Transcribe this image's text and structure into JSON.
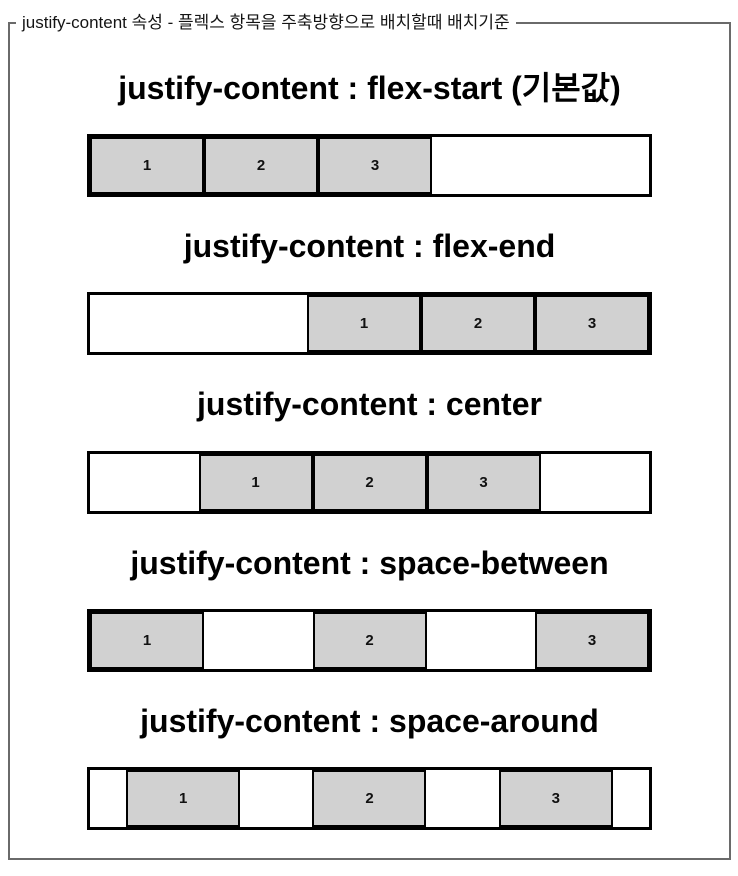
{
  "fieldset": {
    "legend": "justify-content 속성 - 플렉스 항목을 주축방향으로 배치할때 배치기준"
  },
  "sections": [
    {
      "title": "justify-content : flex-start (기본값)",
      "justify": "flex-start",
      "items": [
        "1",
        "2",
        "3"
      ]
    },
    {
      "title": "justify-content : flex-end",
      "justify": "flex-end",
      "items": [
        "1",
        "2",
        "3"
      ]
    },
    {
      "title": "justify-content : center",
      "justify": "center",
      "items": [
        "1",
        "2",
        "3"
      ]
    },
    {
      "title": "justify-content : space-between",
      "justify": "space-between",
      "items": [
        "1",
        "2",
        "3"
      ]
    },
    {
      "title": "justify-content : space-around",
      "justify": "space-around",
      "items": [
        "1",
        "2",
        "3"
      ]
    }
  ],
  "colors": {
    "item_bg": "#d1d1d1",
    "item_border": "#000000",
    "container_border": "#000000",
    "fieldset_border": "#6a6a6a",
    "heading_text": "#000000",
    "page_bg": "#ffffff"
  }
}
